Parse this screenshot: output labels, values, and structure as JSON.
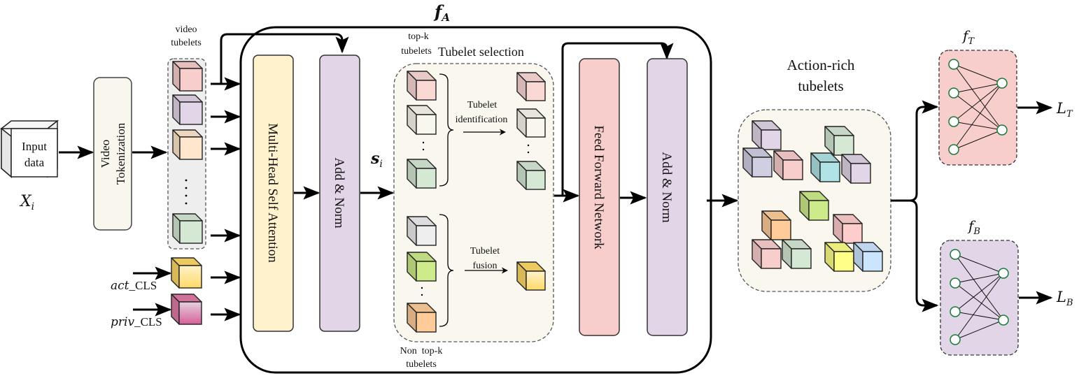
{
  "input": {
    "label_line1": "Input",
    "label_line2": "data",
    "symbol": "X",
    "symbol_sub": "i"
  },
  "tokenization": {
    "label_line1": "Video",
    "label_line2": "Tokenization"
  },
  "video_tubelets": {
    "label_line1": "video",
    "label_line2": "tubelets",
    "cube_colors": [
      "#f8cecc",
      "#e1d5e7",
      "#ffe6cc",
      "#d5e8d4"
    ]
  },
  "cls_tokens": [
    {
      "label_italic": "act",
      "label_rest": "_CLS",
      "color": "#ffd966"
    },
    {
      "label_italic": "priv",
      "label_rest": "_CLS",
      "color": "#e07aa5"
    }
  ],
  "encoder": {
    "title": "f",
    "title_sub": "A",
    "mhsa_label": "Multi-Head Self Attention",
    "add_norm_1": "Add & Norm",
    "scores": "s",
    "scores_sub": "i",
    "ffn_label": "Feed Forward Network",
    "add_norm_2": "Add & Norm",
    "colors": {
      "mhsa": "#fff2cc",
      "add_norm": "#e1d5e7",
      "ffn": "#f8cecc"
    }
  },
  "selection": {
    "title": "Tubelet selection",
    "topk_line1": "top-k",
    "topk_line2": "tubelets",
    "non_topk_line1": "Non  top-k",
    "non_topk_line2": "tubelets",
    "identification_line1": "Tubelet",
    "identification_line2": "identification",
    "fusion_line1": "Tubelet",
    "fusion_line2": "fusion",
    "topk_colors": [
      "#fad9d5",
      "#f9f7ed",
      "#d5e8d4"
    ],
    "non_topk_colors": [
      "#eeeeee",
      "#cdeb8b",
      "#ffcc99"
    ],
    "fused_color": "#ffd966"
  },
  "action_rich": {
    "label_line1": "Action-rich",
    "label_line2": "tubelets"
  },
  "heads": [
    {
      "name": "f",
      "sub": "T",
      "loss": "L",
      "loss_sub": "T",
      "color": "#f8cecc"
    },
    {
      "name": "f",
      "sub": "B",
      "loss": "L",
      "loss_sub": "B",
      "color": "#e1d5e7"
    }
  ]
}
